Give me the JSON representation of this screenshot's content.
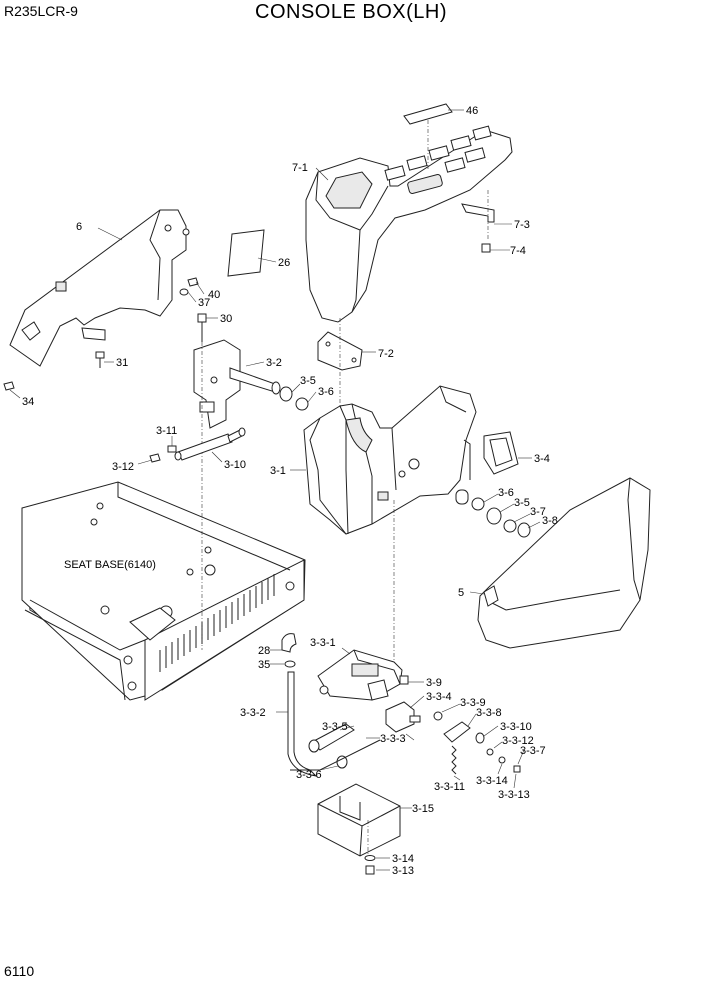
{
  "header": {
    "model": "R235LCR-9",
    "title": "CONSOLE BOX(LH)"
  },
  "footer": {
    "page_number": "6110"
  },
  "callouts": {
    "c46": "46",
    "c7_1": "7-1",
    "c7_3": "7-3",
    "c7_4": "7-4",
    "c6": "6",
    "c26": "26",
    "c40": "40",
    "c37": "37",
    "c30": "30",
    "c31": "31",
    "c34": "34",
    "c7_2": "7-2",
    "c3_2": "3-2",
    "c3_5a": "3-5",
    "c3_6a": "3-6",
    "c3_11": "3-11",
    "c3_12": "3-12",
    "c3_10": "3-10",
    "c3_1": "3-1",
    "c3_4": "3-4",
    "c3_6b": "3-6",
    "c3_5b": "3-5",
    "c3_7": "3-7",
    "c3_8": "3-8",
    "c5": "5",
    "c3_3_1": "3-3-1",
    "c28": "28",
    "c35": "35",
    "c3_9": "3-9",
    "c3_3_4": "3-3-4",
    "c3_3_9": "3-3-9",
    "c3_3_8": "3-3-8",
    "c3_3_10": "3-3-10",
    "c3_3_12": "3-3-12",
    "c3_3_7": "3-3-7",
    "c3_3_2": "3-3-2",
    "c3_3_5": "3-3-5",
    "c3_3_3": "3-3-3",
    "c3_3_6": "3-3-6",
    "c3_3_11": "3-3-11",
    "c3_3_14": "3-3-14",
    "c3_3_13": "3-3-13",
    "c3_15": "3-15",
    "c3_14": "3-14",
    "c3_13": "3-13"
  },
  "reference_label": "SEAT BASE(6140)"
}
